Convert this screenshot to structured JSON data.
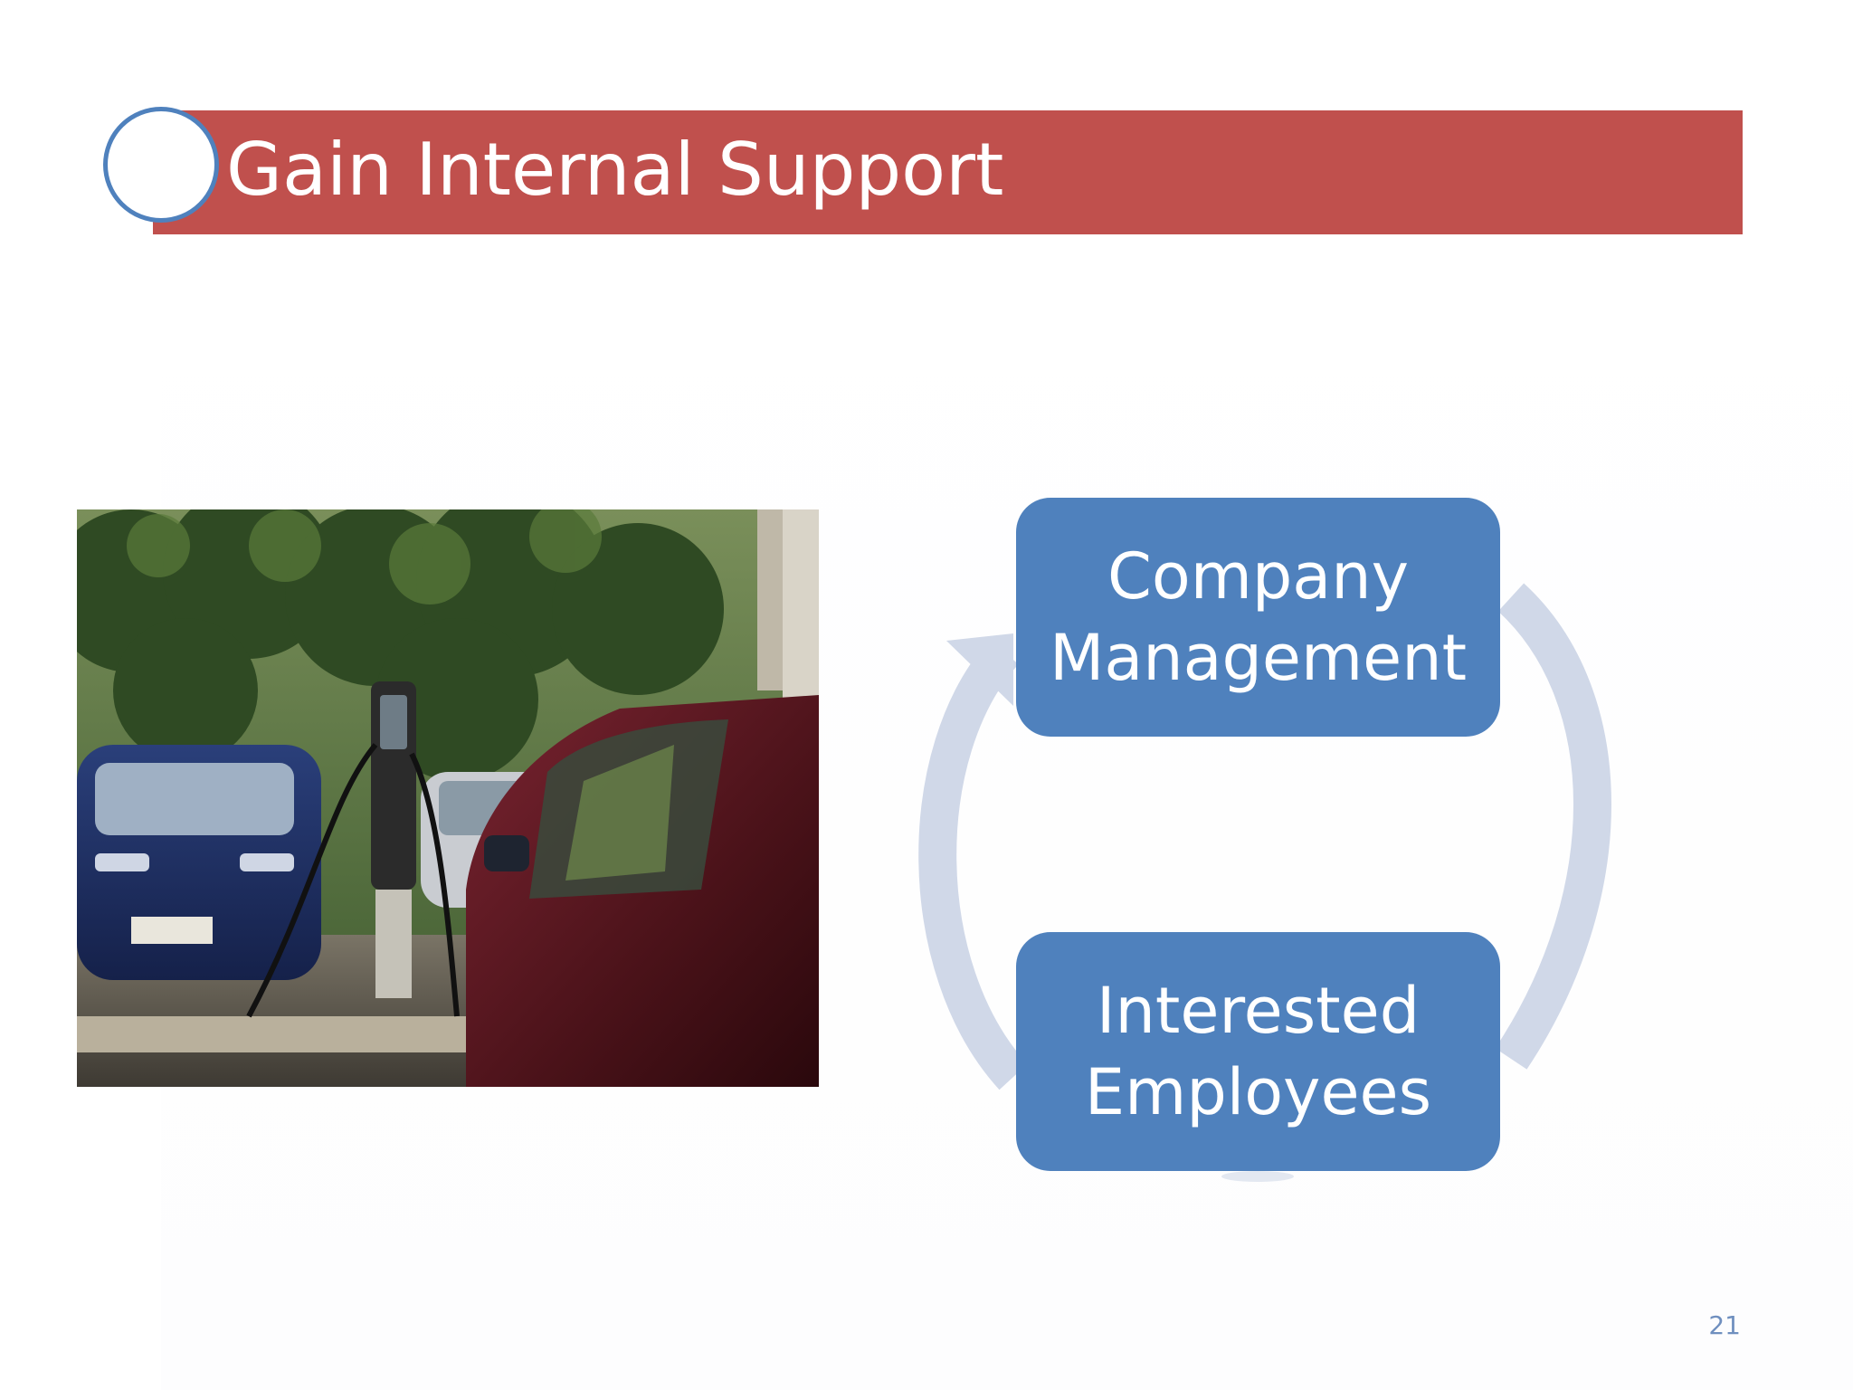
{
  "slide": {
    "title": "Gain Internal Support",
    "page_number": "21"
  },
  "photo": {
    "description_icon": "ev-charging-station-photo"
  },
  "cycle_diagram": {
    "nodes": [
      {
        "line1": "Company",
        "line2": "Management"
      },
      {
        "line1": "Interested",
        "line2": "Employees"
      }
    ],
    "colors": {
      "node_fill": "#4f81bd",
      "arrow_fill": "#d0d8e8",
      "title_bar": "#c0504d",
      "circle_border": "#4f81bd"
    }
  }
}
